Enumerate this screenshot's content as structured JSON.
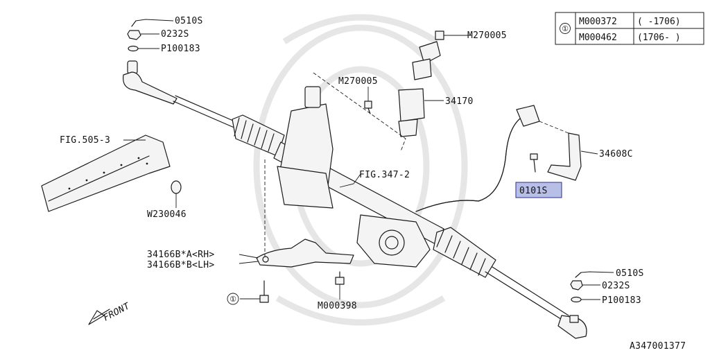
{
  "diagram_id": "A347001377",
  "highlight_color": "#b8bfe6",
  "highlight_border": "#2a2f8a",
  "legend": {
    "symbol": "①",
    "rows": [
      {
        "code": "M000372",
        "range": "( -1706)"
      },
      {
        "code": "M000462",
        "range": "(1706- )"
      }
    ]
  },
  "labels": {
    "l_0510s_a": "0510S",
    "l_0232s_a": "0232S",
    "l_p100183_a": "P100183",
    "l_m270005_a": "M270005",
    "l_m270005_b": "M270005",
    "l_34170": "34170",
    "l_fig505": "FIG.505-3",
    "l_w230046": "W230046",
    "l_fig347": "FIG.347-2",
    "l_34608c": "34608C",
    "l_0101s": "0101S",
    "l_34166a": "34166B*A<RH>",
    "l_34166b": "34166B*B<LH>",
    "l_circle1": "①",
    "l_m000398": "M000398",
    "l_0510s_b": "0510S",
    "l_0232s_b": "0232S",
    "l_p100183_b": "P100183",
    "l_front": "FRONT"
  }
}
